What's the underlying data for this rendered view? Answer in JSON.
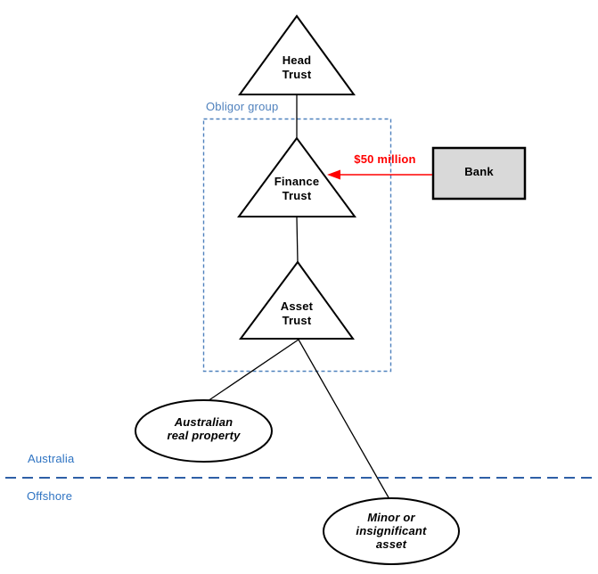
{
  "diagram": {
    "type": "trust-structure-diagram",
    "obligor_group": {
      "label": "Obligor group"
    },
    "nodes": {
      "head_trust": {
        "shape": "triangle",
        "label": "Head\nTrust"
      },
      "finance_trust": {
        "shape": "triangle",
        "label": "Finance\nTrust"
      },
      "asset_trust": {
        "shape": "triangle",
        "label": "Asset\nTrust"
      },
      "bank": {
        "shape": "rectangle",
        "label": "Bank"
      },
      "australian_real_property": {
        "shape": "ellipse",
        "label": "Australian\nreal property"
      },
      "minor_asset": {
        "shape": "ellipse",
        "label": "Minor or\ninsignificant\nasset"
      }
    },
    "edges": {
      "loan_arrow": {
        "from": "bank",
        "to": "finance_trust",
        "label": "$50 million",
        "color": "#ff0000"
      },
      "head_to_finance": {
        "from": "head_trust",
        "to": "finance_trust"
      },
      "finance_to_asset": {
        "from": "finance_trust",
        "to": "asset_trust"
      },
      "asset_to_property": {
        "from": "asset_trust",
        "to": "australian_real_property"
      },
      "asset_to_minor": {
        "from": "asset_trust",
        "to": "minor_asset"
      }
    },
    "regions": {
      "top_label": "Australia",
      "bottom_label": "Offshore"
    },
    "colors": {
      "shape_stroke": "#000000",
      "loan_red": "#ff0000",
      "obligor_blue": "#4f81bd",
      "region_text_blue": "#2e73c2",
      "region_line_blue": "#2e5fa6",
      "bank_fill": "#d9d9d9"
    }
  }
}
